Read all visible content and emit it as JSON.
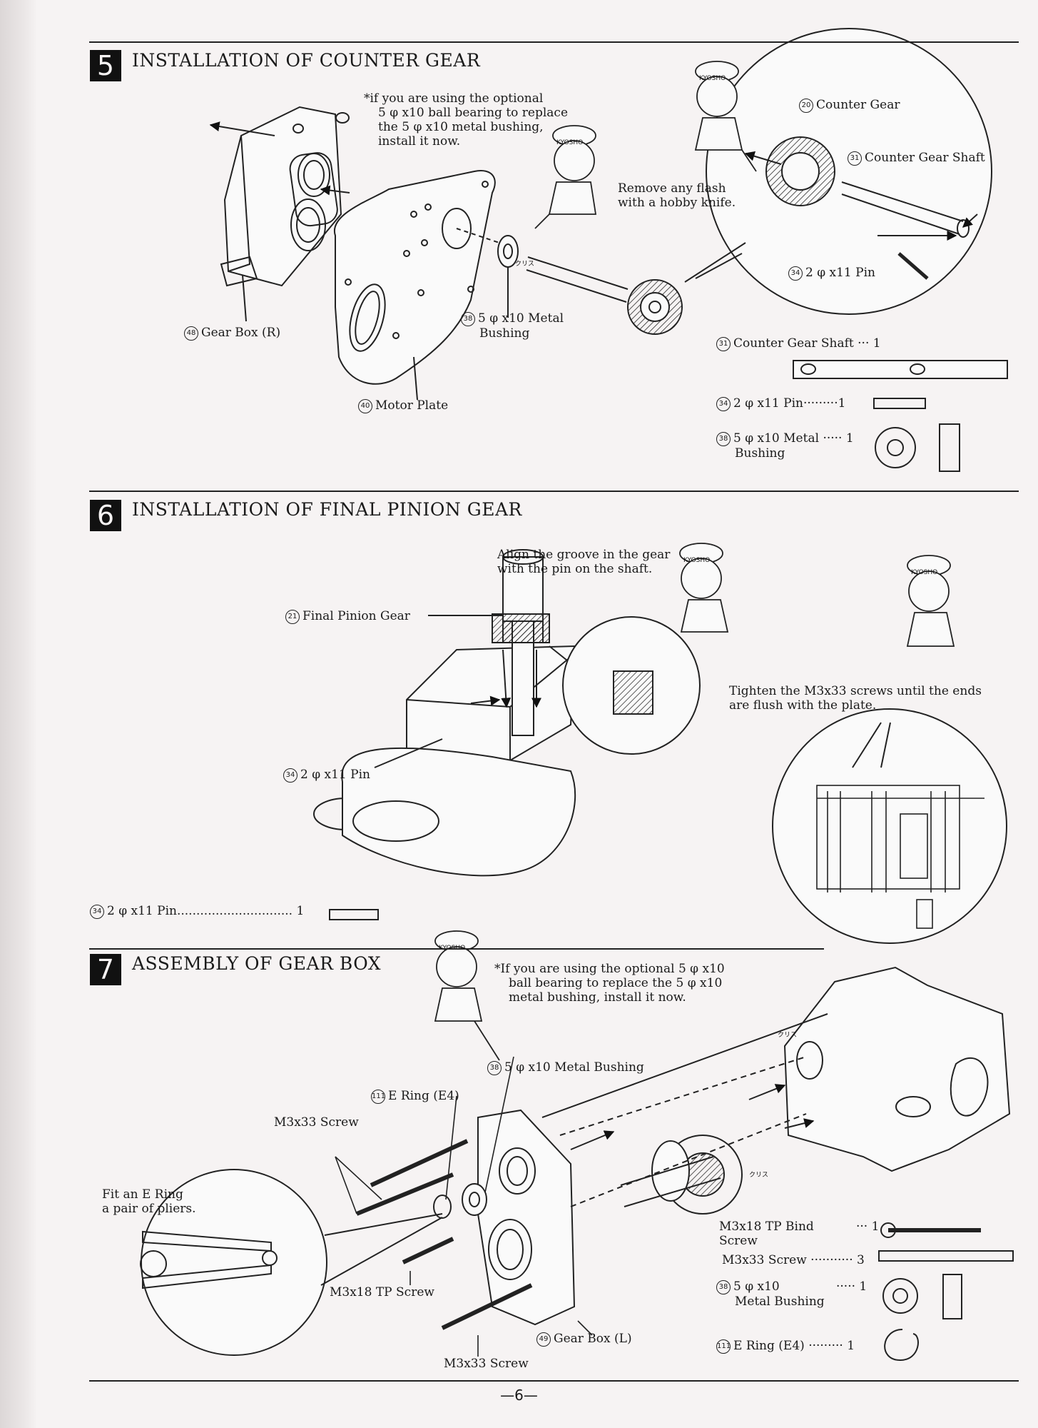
{
  "page_number": "6",
  "sections": [
    {
      "number": "5",
      "title": "INSTALLATION OF COUNTER GEAR"
    },
    {
      "number": "6",
      "title": "INSTALLATION OF FINAL PINION GEAR"
    },
    {
      "number": "7",
      "title": "ASSEMBLY OF GEAR BOX"
    }
  ],
  "s5": {
    "note_line1": "*if you are using the optional",
    "note_line2": "5 φ x10 ball bearing to replace",
    "note_line3": "the 5 φ x10 metal bushing,",
    "note_line4": "install it now.",
    "flash_line1": "Remove any flash",
    "flash_line2": "with a hobby knife.",
    "labels": {
      "counter_gear": "Counter Gear",
      "counter_gear_shaft": "Counter Gear Shaft",
      "pin": "2 φ x11 Pin",
      "bushing_line1": "5 φ x10 Metal",
      "bushing_line2": "Bushing",
      "gear_box_r": "Gear Box (R)",
      "motor_plate": "Motor Plate"
    },
    "parts": [
      {
        "num": "31",
        "name": "Counter Gear Shaft",
        "qty": "··· 1"
      },
      {
        "num": "34",
        "name": "2 φ x11 Pin·········",
        "qty": "1"
      },
      {
        "num": "38",
        "name": "5 φ x10 Metal",
        "name2": "Bushing",
        "qty": "····· 1"
      }
    ],
    "nums": {
      "counter_gear": "20",
      "shaft": "31",
      "pin": "34",
      "bushing": "38",
      "gearbox": "48",
      "motor_plate": "40"
    }
  },
  "s6": {
    "align_line1": "Align the groove in the gear",
    "align_line2": "with the pin on the shaft.",
    "tighten_line1": "Tighten the M3x33 screws until the ends",
    "tighten_line2": "are flush with the plate.",
    "labels": {
      "final_pinion": "Final Pinion Gear",
      "pin": "2 φ x11 Pin"
    },
    "parts_line": "2 φ x11 Pin..............................",
    "parts_num": "34",
    "parts_qty": "1",
    "nums": {
      "final_pinion": "21",
      "pin": "34"
    }
  },
  "s7": {
    "note_line1": "*If you are using the optional 5 φ x10",
    "note_line2": "ball bearing to replace the 5 φ x10",
    "note_line3": "metal bushing, install it now.",
    "fit_line1": "Fit an E Ring",
    "fit_line2": "a pair of pliers.",
    "labels": {
      "bushing": "5 φ x10 Metal Bushing",
      "e_ring": "E Ring (E4)",
      "m3x33_top": "M3x33 Screw",
      "m3x18": "M3x18 TP Screw",
      "gear_box_l": "Gear Box (L)",
      "m3x33_bottom": "M3x33 Screw"
    },
    "parts": [
      {
        "name": "M3x18 TP Bind",
        "name2": "Screw",
        "qty": "··· 1"
      },
      {
        "name": "M3x33 Screw",
        "qty": "··········· 3"
      },
      {
        "num": "38",
        "name": "5 φ x10",
        "name2": "Metal Bushing",
        "qty": "····· 1"
      },
      {
        "num": "111",
        "name": "E Ring (E4)",
        "qty": "········· 1"
      }
    ],
    "nums": {
      "bushing": "38",
      "e_ring": "111",
      "gearbox_l": "49"
    }
  },
  "brand": "KYOSHO",
  "sticker": "クリス"
}
